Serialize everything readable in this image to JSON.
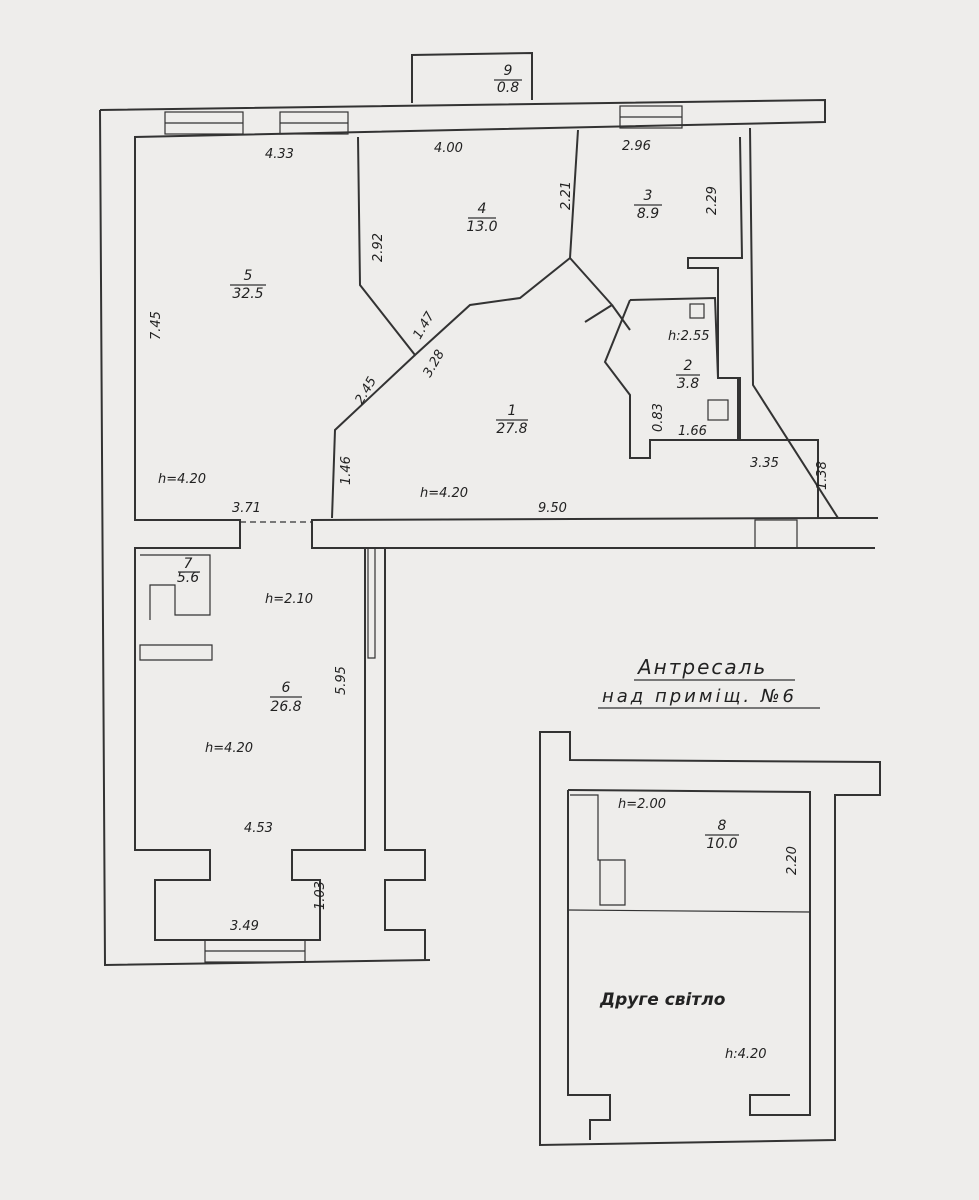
{
  "rooms": [
    {
      "number": "9",
      "area": "0.8"
    },
    {
      "number": "4",
      "area": "13.0"
    },
    {
      "number": "3",
      "area": "8.9"
    },
    {
      "number": "5",
      "area": "32.5"
    },
    {
      "number": "2",
      "area": "3.8"
    },
    {
      "number": "1",
      "area": "27.8"
    },
    {
      "number": "7",
      "area": "5.6"
    },
    {
      "number": "6",
      "area": "26.8"
    },
    {
      "number": "8",
      "area": "10.0"
    }
  ],
  "dimensions": {
    "d433": "4.33",
    "d400": "4.00",
    "d296": "2.96",
    "d221": "2.21",
    "d229": "2.29",
    "d292": "2.92",
    "d745": "7.45",
    "d147": "1.47",
    "d328": "3.28",
    "d245": "2.45",
    "d146": "1.46",
    "d083": "0.83",
    "d166": "1.66",
    "d335": "3.35",
    "d138": "1.38",
    "d371": "3.71",
    "d950": "9.50",
    "d595": "5.95",
    "d453": "4.53",
    "d349": "3.49",
    "d103": "1.03",
    "d220": "2.20"
  },
  "heights": {
    "h255": "h:2.55",
    "h420a": "h=4.20",
    "h420b": "h=4.20",
    "h210": "h=2.10",
    "h420c": "h=4.20",
    "h200": "h=2.00",
    "h420d": "h:4.20"
  },
  "mezzanine": {
    "title": "Антресаль",
    "subtitle": "над приміщ. №6",
    "second_light": "Друге світло"
  }
}
